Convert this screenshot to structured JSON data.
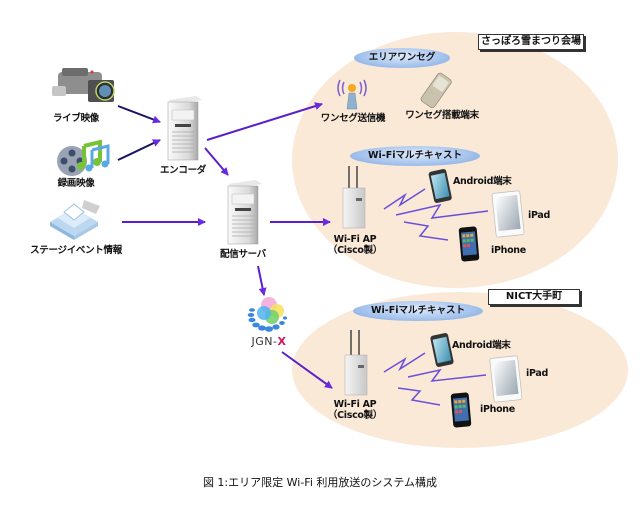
{
  "diagram": {
    "caption": "図 1:エリア限定 Wi-Fi 利用放送のシステム構成",
    "sources": [
      {
        "id": "live",
        "label": "ライブ映像",
        "icon": "video-camera-icon"
      },
      {
        "id": "recorded",
        "label": "録画映像",
        "icon": "film-reel-music-icon"
      },
      {
        "id": "stage",
        "label": "ステージイベント情報",
        "icon": "stage-image-icon"
      }
    ],
    "servers": {
      "encoder": {
        "label": "エンコーダ",
        "icon": "server-tower-icon"
      },
      "distribution": {
        "label": "配信サーバ",
        "icon": "server-tower-icon"
      }
    },
    "network": {
      "label_main": "JGN-",
      "label_accent": "X",
      "accent_color": "#d4145a"
    },
    "venues": [
      {
        "id": "sapporo",
        "name": "さっぽろ雪まつり会場",
        "services": [
          {
            "name": "エリアワンセグ",
            "transmitter": "ワンセグ送信機",
            "receiver": "ワンセグ搭載端末"
          },
          {
            "name": "Wi-Fiマルチキャスト",
            "ap_line1": "Wi-Fi AP",
            "ap_line2": "（Cisco製）",
            "devices": [
              "Android端末",
              "iPad",
              "iPhone"
            ]
          }
        ]
      },
      {
        "id": "nict",
        "name": "NICT大手町",
        "services": [
          {
            "name": "Wi-Fiマルチキャスト",
            "ap_line1": "Wi-Fi AP",
            "ap_line2": "（Cisco製）",
            "devices": [
              "Android端末",
              "iPad",
              "iPhone"
            ]
          }
        ]
      }
    ],
    "colors": {
      "arrow": "#5a1fc8",
      "venue_fill": "#fbe9d8",
      "service_pill": "#a9c6ee",
      "wireless": "#6a4fd8"
    }
  }
}
